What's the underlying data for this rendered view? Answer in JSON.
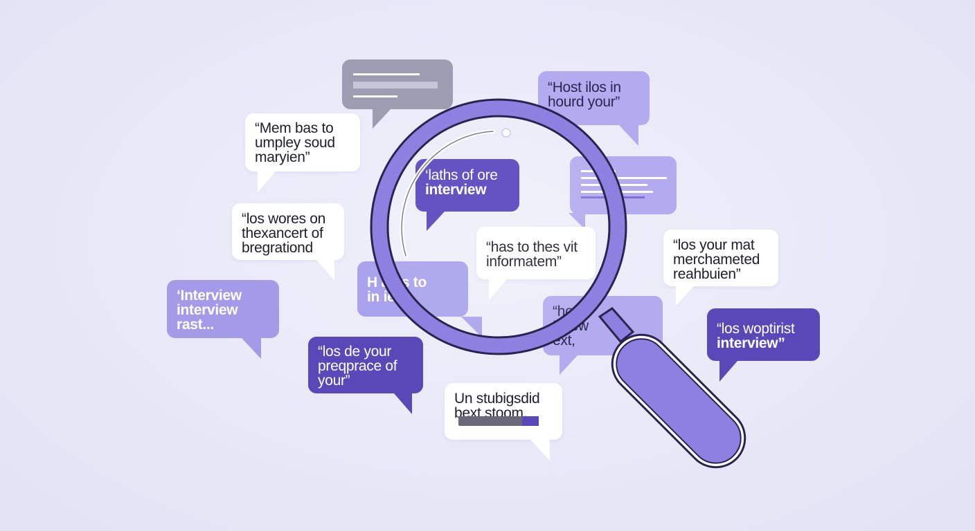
{
  "colors": {
    "background": "#e8e8f8",
    "lens_ring": "#8e80e0",
    "deep_purple": "#5b48b8",
    "lavender": "#a39be8"
  },
  "bubbles": {
    "b1": [
      "“Mem bas to",
      "umpley soud",
      "maryien”"
    ],
    "b2": [
      "“los wores on",
      "thexancert of",
      "bregrationd"
    ],
    "b3": [
      "‘Interview",
      "interview",
      "rast..."
    ],
    "b4": [
      "“los de your",
      "preqprace of",
      "your”"
    ],
    "b5": [
      "Un stubigsdid",
      "bext stoom."
    ],
    "b6": [
      "“Host ilos in",
      "hourd your”"
    ],
    "b7": [
      "‘laths of ore",
      "interview"
    ],
    "b8": [
      "“has to thes vit",
      "informatem”"
    ],
    "b9": [
      "“los your mat",
      "merchameted",
      "reahbuien”"
    ],
    "b10": [
      "“los woptirist",
      "interview”"
    ],
    "b11": [
      "H    anis to",
      "in       ies..."
    ],
    "b12": [
      "“ho",
      "  ‘        giew",
      "   ext,"
    ]
  },
  "icons": {
    "magnifier": "magnifying-glass-icon",
    "text_lines": "text-lines-icon"
  }
}
